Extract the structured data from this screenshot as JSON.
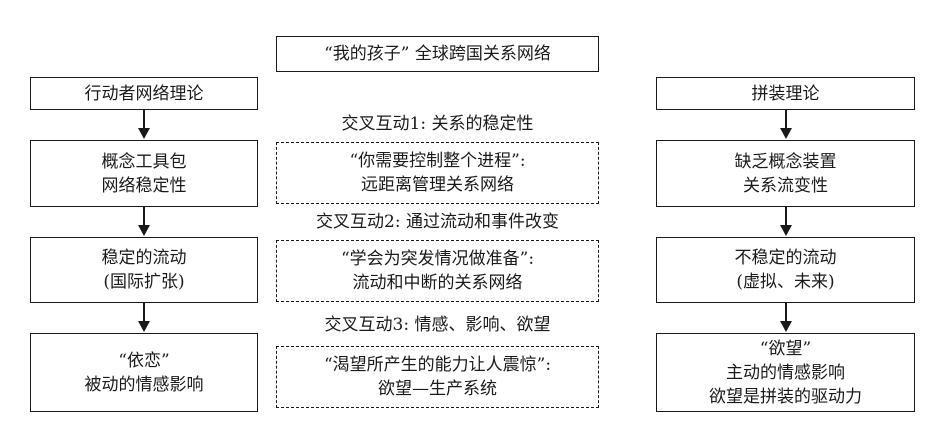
{
  "title": "“我的孩子” 全球跨国关系网络",
  "left": {
    "header": "行动者网络理论",
    "box1": [
      "概念工具包",
      "网络稳定性"
    ],
    "box2": [
      "稳定的流动",
      "(国际扩张)"
    ],
    "box3": [
      "“依恋”",
      "被动的情感影响"
    ]
  },
  "right": {
    "header": "拼装理论",
    "box1": [
      "缺乏概念装置",
      "关系流变性"
    ],
    "box2": [
      "不稳定的流动",
      "(虚拟、未来)"
    ],
    "box3": [
      "“欲望”",
      "主动的情感影响",
      "欲望是拼装的驱动力"
    ]
  },
  "middle": {
    "interaction1": {
      "label": "交叉互动1: 关系的稳定性",
      "lines": [
        "“你需要控制整个进程”:",
        "远距离管理关系网络"
      ]
    },
    "interaction2": {
      "label": "交叉互动2: 通过流动和事件改变",
      "lines": [
        "“学会为突发情况做准备”:",
        "流动和中断的关系网络"
      ]
    },
    "interaction3": {
      "label": "交叉互动3: 情感、影响、欲望",
      "lines": [
        "“渴望所产生的能力让人震惊”:",
        "欲望—生产系统"
      ]
    }
  }
}
